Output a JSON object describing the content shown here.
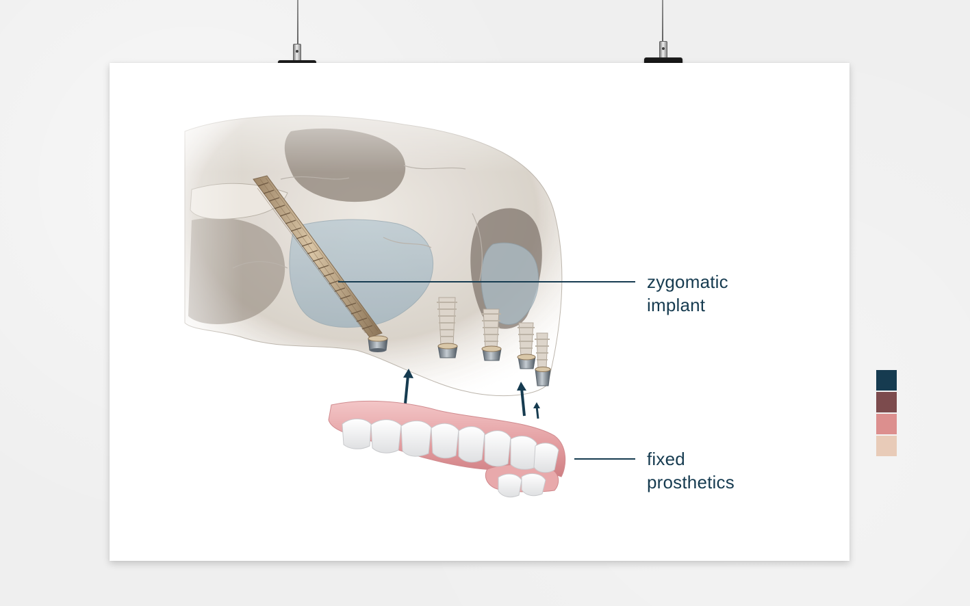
{
  "labels": {
    "zygomatic": {
      "line1": "zygomatic",
      "line2": "implant"
    },
    "prosthetics": {
      "line1": "fixed",
      "line2": "prosthetics"
    }
  },
  "palette": [
    "#163b50",
    "#7c4b4d",
    "#dc8f8e",
    "#e8cbb8"
  ],
  "colors": {
    "label_text": "#163b50",
    "leader_line": "#163b50",
    "arrows": "#163b50"
  }
}
